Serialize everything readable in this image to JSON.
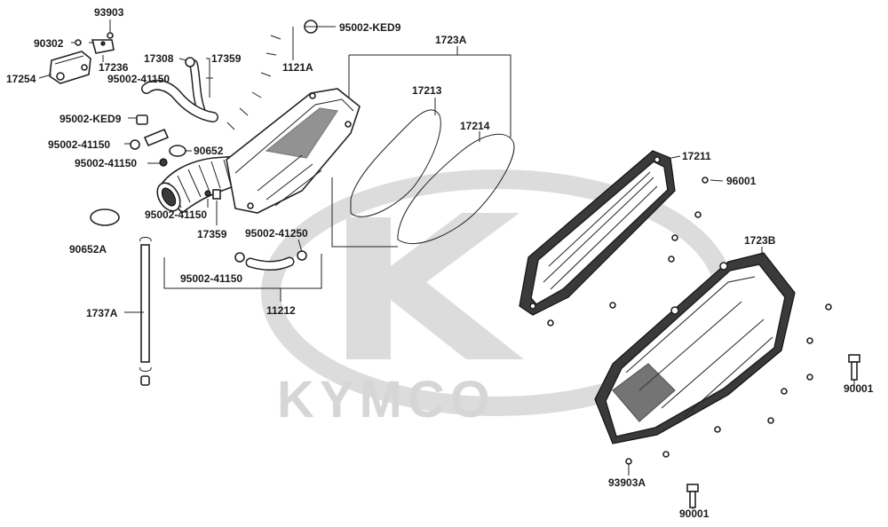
{
  "watermark": {
    "brand": "KYMCO"
  },
  "labels": {
    "p93903": "93903",
    "p90302": "90302",
    "p17236": "17236",
    "p17254": "17254",
    "p95002_ked9_top": "95002-KED9",
    "p1121a": "1121A",
    "p17308": "17308",
    "p17359_top": "17359",
    "p95002_41150_a": "95002-41150",
    "p1723a": "1723A",
    "p17213": "17213",
    "p17214": "17214",
    "p95002_ked9_mid": "95002-KED9",
    "p95002_41150_b": "95002-41150",
    "p90652": "90652",
    "p95002_41150_c": "95002-41150",
    "p17211": "17211",
    "p96001": "96001",
    "p95002_41150_d": "95002-41150",
    "p17359_mid": "17359",
    "p95002_41250": "95002-41250",
    "p90652a": "90652A",
    "p1723b": "1723B",
    "p95002_41150_e": "95002-41150",
    "p11212": "11212",
    "p1737a": "1737A",
    "p90001_right": "90001",
    "p93903a": "93903A",
    "p90001_bottom": "90001"
  },
  "colors": {
    "ink": "#1a1a1a",
    "watermark": "#dcdcdc",
    "part_fill": "#ffffff",
    "part_dark": "#3a3a3a"
  }
}
